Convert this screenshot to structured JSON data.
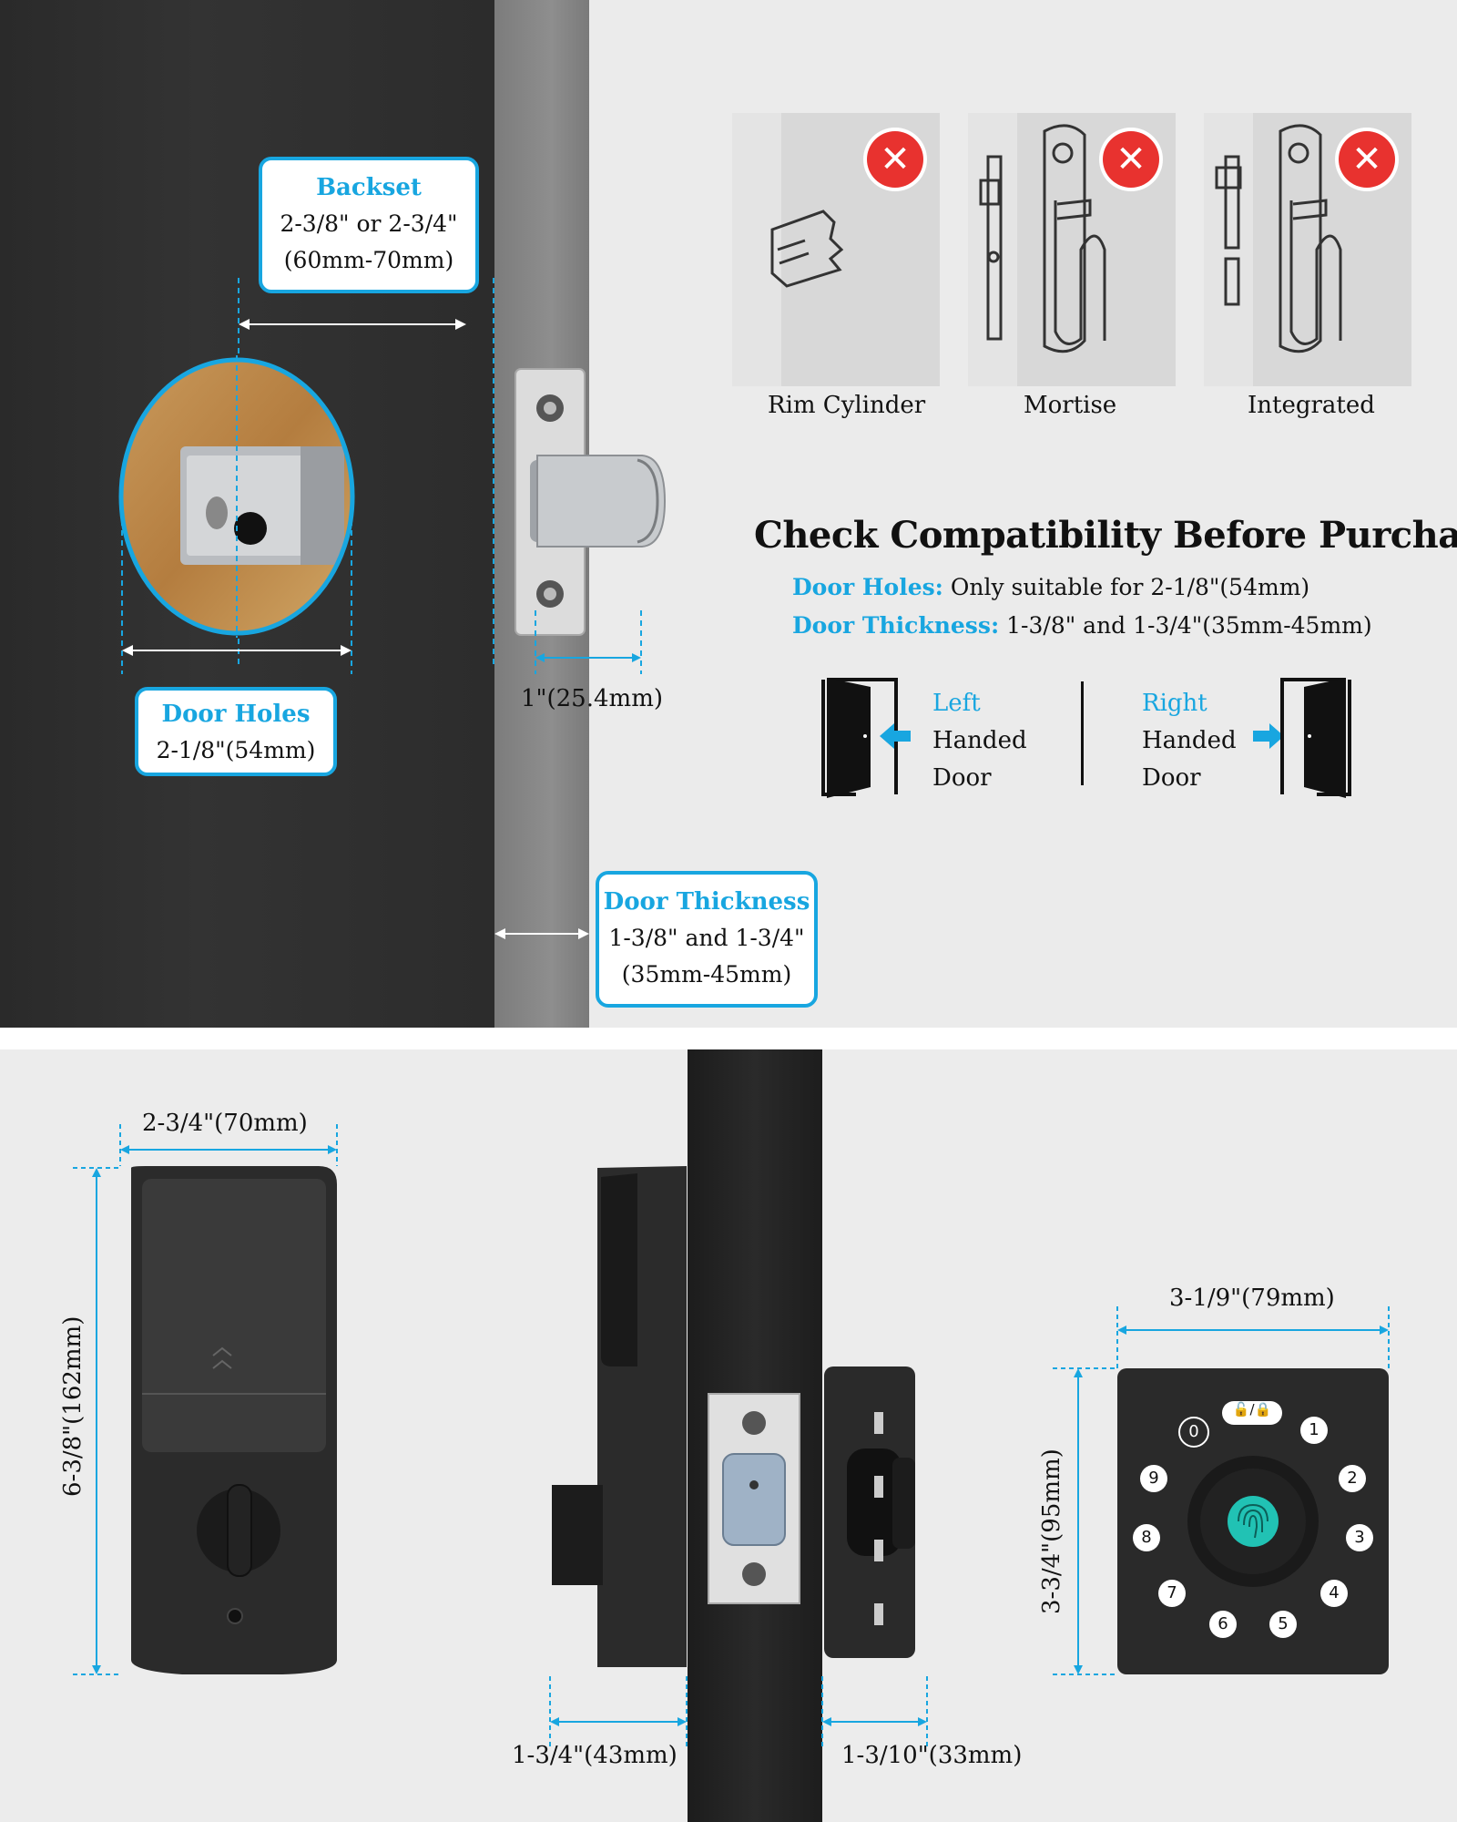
{
  "install": {
    "backset": {
      "title": "Backset",
      "line1": "2-3/8\" or 2-3/4\"",
      "line2": "(60mm-70mm)"
    },
    "door_holes": {
      "title": "Door Holes",
      "line1": "2-1/8\"(54mm)"
    },
    "latch_depth": "1\"(25.4mm)",
    "door_thickness": {
      "title": "Door Thickness",
      "line1": "1-3/8\" and 1-3/4\"",
      "line2": "(35mm-45mm)"
    }
  },
  "incompatible": {
    "items": [
      {
        "label": "Rim Cylinder"
      },
      {
        "label": "Mortise"
      },
      {
        "label": "Integrated"
      }
    ]
  },
  "compat": {
    "heading": "Check Compatibility Before Purchase",
    "holes_key": "Door Holes:",
    "holes_val": "Only suitable for 2-1/8\"(54mm)",
    "thick_key": "Door Thickness:",
    "thick_val": "1-3/8\" and 1-3/4\"(35mm-45mm)",
    "left": {
      "w1": "Left",
      "w2": "Handed",
      "w3": "Door"
    },
    "right": {
      "w1": "Right",
      "w2": "Handed",
      "w3": "Door"
    }
  },
  "dimensions": {
    "interior_width": "2-3/4\"(70mm)",
    "interior_height": "6-3/8\"(162mm)",
    "side_interior_depth": "1-3/4\"(43mm)",
    "side_exterior_depth": "1-3/10\"(33mm)",
    "keypad_width": "3-1/9\"(79mm)",
    "keypad_height": "3-3/4\"(95mm)"
  },
  "keypad": {
    "lock_label": "🔓/🔒",
    "digits": [
      "0",
      "1",
      "2",
      "3",
      "4",
      "5",
      "6",
      "7",
      "8",
      "9"
    ]
  }
}
